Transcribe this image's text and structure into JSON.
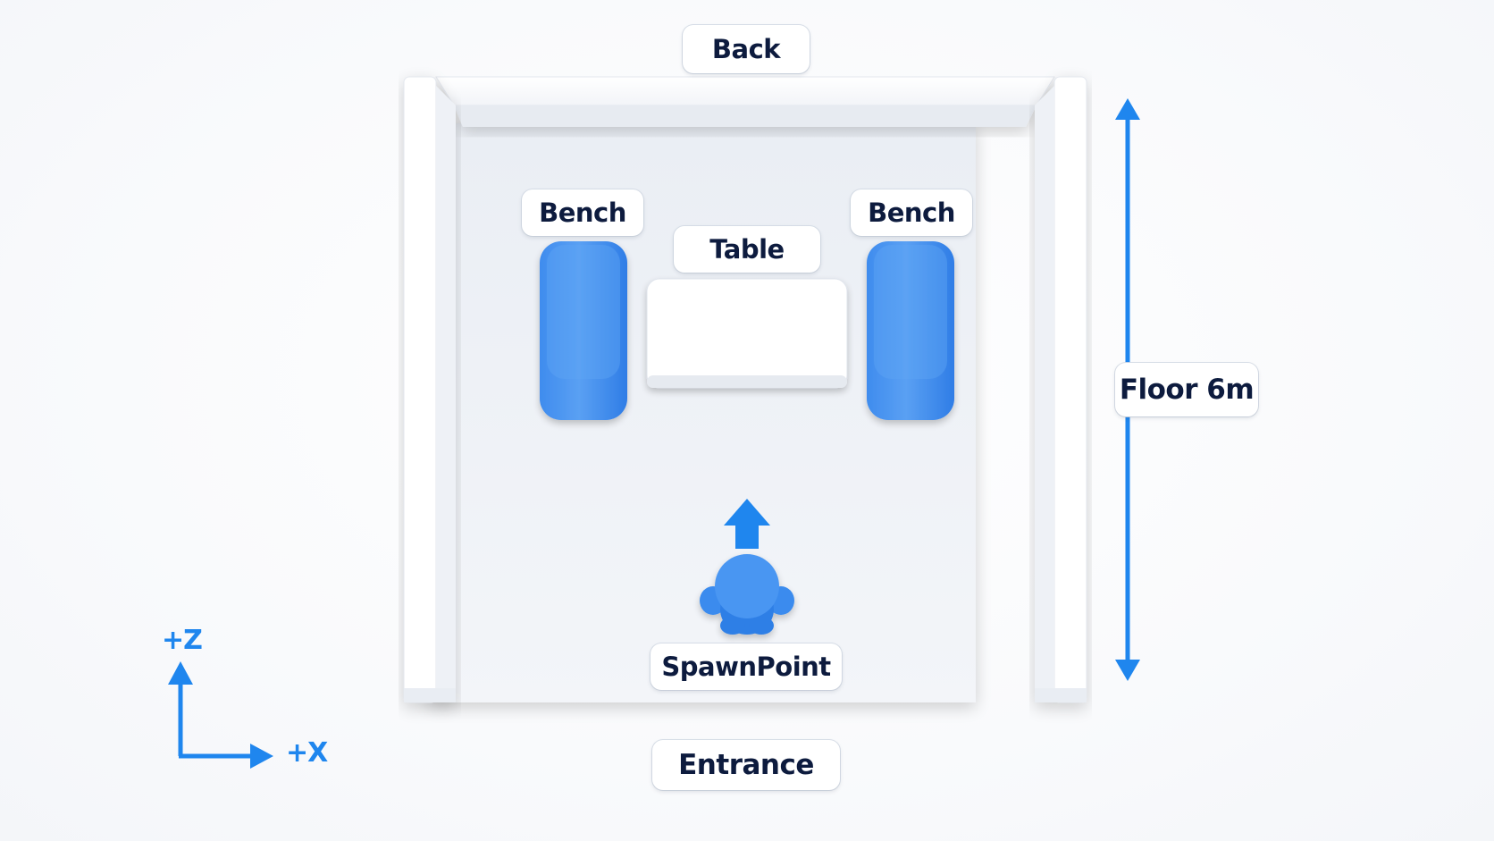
{
  "labels": {
    "back": "Back",
    "bench_left": "Bench",
    "table": "Table",
    "bench_right": "Bench",
    "floor": "Floor 6m",
    "spawn": "SpawnPoint",
    "entrance": "Entrance"
  },
  "axes": {
    "z": "+Z",
    "x": "+X"
  },
  "colors": {
    "accent": "#1f86ee",
    "bench": "#4a95f0",
    "label_text": "#0d1b3e",
    "wall": "#f1f3f7",
    "floor": "#eef1f6"
  },
  "icons": {
    "spawn": "person-figure-icon",
    "direction": "up-arrow-icon"
  }
}
